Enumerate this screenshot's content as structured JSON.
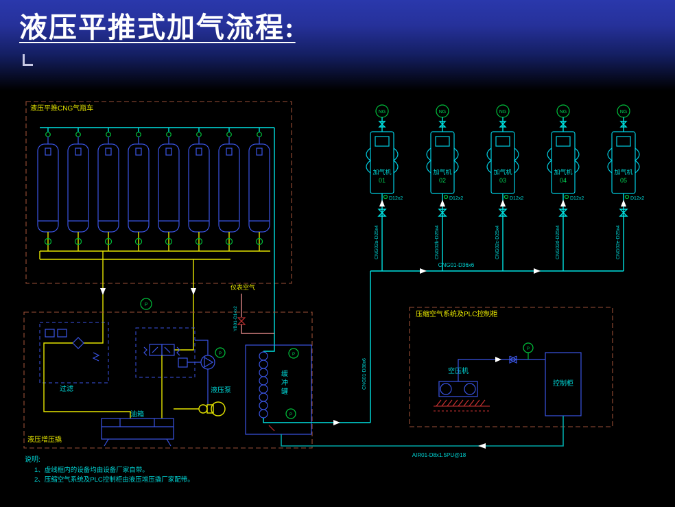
{
  "slide": {
    "title": "液压平推式加气流程:"
  },
  "colors": {
    "title_bg_top": "#2a38ac",
    "background": "#000000",
    "pipe_cyan": "#00e2e2",
    "pipe_yellow": "#e6e600",
    "line_blue": "#3b55e6",
    "dashed_box_red": "#9c4f38",
    "instrument_green": "#00c23c",
    "label_cyan": "#00d6d6",
    "label_yellow": "#e6e600",
    "air_line_teal": "#00a8a8",
    "alarm_red": "#d23434"
  },
  "trailer": {
    "label": "液压平推CNG气瓶车"
  },
  "instrument_air": {
    "label": "仪表空气",
    "line_tag": "YB01-D14x2"
  },
  "hydraulic": {
    "skid_label": "液压增压撬",
    "filter_label": "过滤",
    "pump_label": "液压泵",
    "tank_label": "油箱",
    "buffer_tank_label": "缓冲罐",
    "instrument_p": "P"
  },
  "pipeline": {
    "main_riser": "CNG01-D38x6",
    "header": "CNG01-D36x6",
    "air_line": "AIR01-D8x1.5PU@18"
  },
  "dispensers": {
    "ng_tag": "NG",
    "unit_label": "加气机",
    "valve_tag": "D12x2",
    "units": [
      {
        "num": "01",
        "branch": "CNG02a-D25x4"
      },
      {
        "num": "02",
        "branch": "CNG02b-D25x4"
      },
      {
        "num": "03",
        "branch": "CNG02c-D25x4"
      },
      {
        "num": "04",
        "branch": "CNG02d-D25x4"
      },
      {
        "num": "05",
        "branch": "CNG02e-D25x4"
      }
    ]
  },
  "plc_area": {
    "box_label": "压缩空气系统及PLC控制柜",
    "compressor_label": "空压机",
    "cabinet_label": "控制柜",
    "instrument_p": "P"
  },
  "notes": {
    "heading": "说明:",
    "line1": "1、虚线框内的设备均由设备厂家自带。",
    "line2": "2、压缩空气系统及PLC控制柜由液压增压撬厂家配带。"
  }
}
